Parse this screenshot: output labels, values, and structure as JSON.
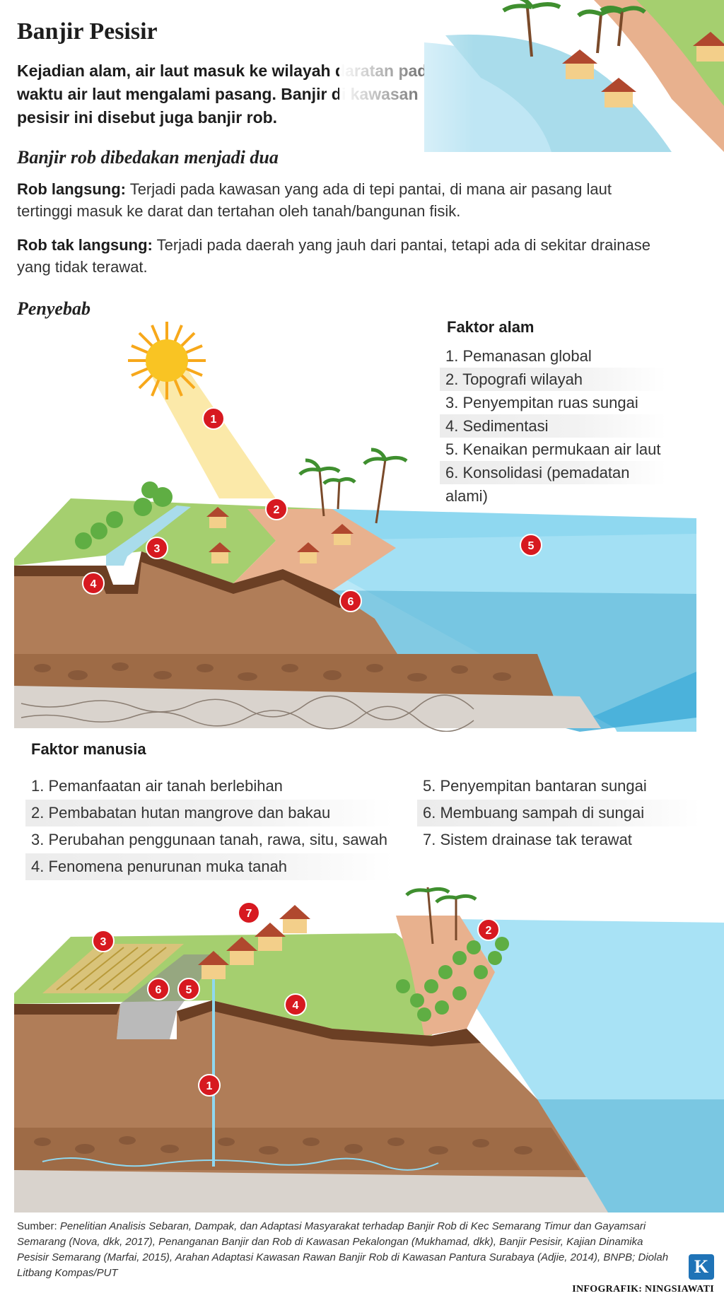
{
  "header": {
    "title": "Banjir Pesisir",
    "intro": "Kejadian alam, air laut masuk ke wilayah daratan pada waktu air laut mengalami pasang. Banjir di kawasan pesisir ini disebut juga banjir rob."
  },
  "types": {
    "heading": "Banjir rob dibedakan menjadi dua",
    "items": [
      {
        "label": "Rob langsung:",
        "text": " Terjadi pada kawasan yang ada di tepi pantai, di mana air pasang laut tertinggi masuk ke darat dan tertahan oleh tanah/bangunan fisik."
      },
      {
        "label": "Rob tak langsung:",
        "text": " Terjadi pada daerah yang jauh dari pantai, tetapi ada di sekitar drainase yang tidak terawat."
      }
    ]
  },
  "causes": {
    "heading": "Penyebab",
    "natural": {
      "title": "Faktor alam",
      "items": [
        "1. Pemanasan global",
        "2. Topografi wilayah",
        "3. Penyempitan ruas sungai",
        "4. Sedimentasi",
        "5. Kenaikan permukaan air laut",
        "6. Konsolidasi (pemadatan alami)"
      ],
      "markers": [
        "1",
        "2",
        "3",
        "4",
        "5",
        "6"
      ]
    },
    "human": {
      "title": "Faktor manusia",
      "left_items": [
        "1. Pemanfaatan air tanah berlebihan",
        "2. Pembabatan hutan mangrove dan bakau",
        "3. Perubahan penggunaan tanah, rawa, situ, sawah",
        "4. Fenomena penurunan muka tanah"
      ],
      "right_items": [
        "5. Penyempitan bantaran sungai",
        "6. Membuang sampah di sungai",
        "7. Sistem drainase tak terawat"
      ],
      "markers": [
        "1",
        "2",
        "3",
        "4",
        "5",
        "6",
        "7"
      ]
    }
  },
  "footer": {
    "source_label": "Sumber:",
    "source_text": "Penelitian Analisis Sebaran, Dampak, dan Adaptasi Masyarakat terhadap Banjir Rob di Kec Semarang Timur dan Gayamsari Semarang (Nova, dkk, 2017), Penanganan Banjir dan Rob di Kawasan Pekalongan (Mukhamad, dkk), Banjir Pesisir, Kajian Dinamika Pesisir Semarang (Marfai, 2015), Arahan Adaptasi Kawasan Rawan Banjir Rob di Kawasan Pantura Surabaya (Adjie, 2014), BNPB; Diolah Litbang Kompas/PUT",
    "credit": "INFOGRAFIK: NINGSIAWATI",
    "logo": "K"
  },
  "colors": {
    "marker": "#d71920",
    "sea": "#7fd0ec",
    "grass": "#9ccc65",
    "soil": "#8d5a3b",
    "sand": "#e8b18e"
  }
}
